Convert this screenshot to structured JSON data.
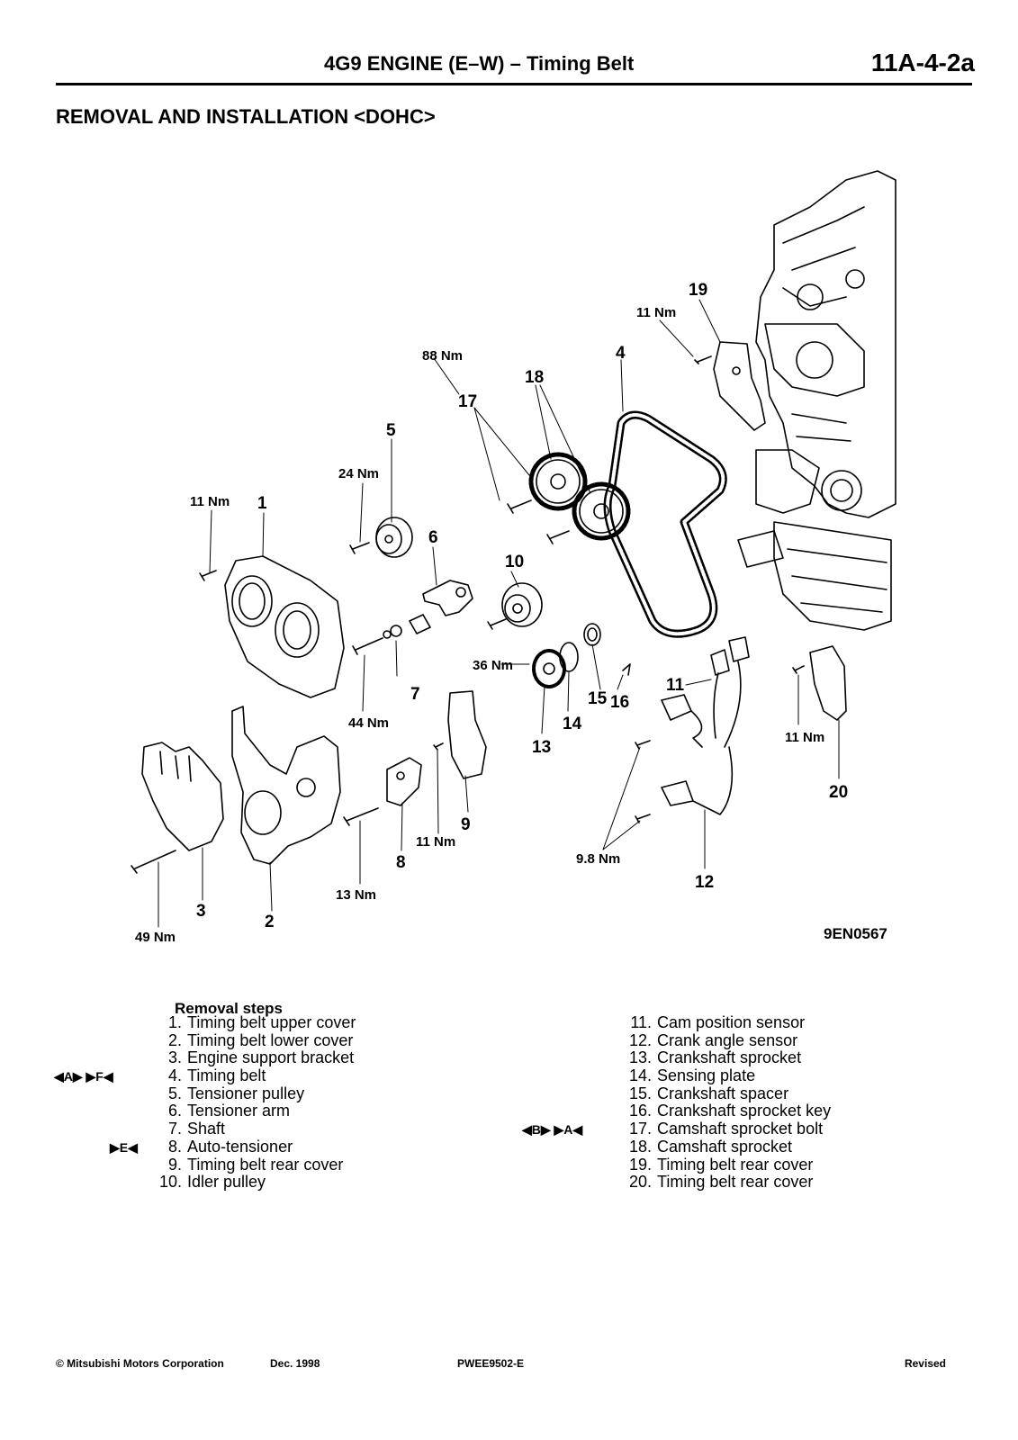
{
  "header": {
    "title": "4G9 ENGINE (E–W) – Timing Belt",
    "page_code": "11A-4-2a"
  },
  "section_title": "REMOVAL AND INSTALLATION <DOHC>",
  "diagram": {
    "figure_code": "9EN0567",
    "part_numbers": [
      "1",
      "2",
      "3",
      "4",
      "5",
      "6",
      "7",
      "8",
      "9",
      "10",
      "11",
      "12",
      "13",
      "14",
      "15",
      "16",
      "17",
      "18",
      "19",
      "20"
    ],
    "torque_labels": [
      "11 Nm",
      "24 Nm",
      "88 Nm",
      "11 Nm",
      "44 Nm",
      "36 Nm",
      "11 Nm",
      "13 Nm",
      "49 Nm",
      "9.8 Nm",
      "11 Nm"
    ]
  },
  "removal_steps": {
    "heading": "Removal steps",
    "left": [
      {
        "no": "1.",
        "text": "Timing belt upper cover",
        "marks": ""
      },
      {
        "no": "2.",
        "text": "Timing belt lower cover",
        "marks": ""
      },
      {
        "no": "3.",
        "text": "Engine support bracket",
        "marks": ""
      },
      {
        "no": "4.",
        "text": "Timing belt",
        "marks": "◀A▶  ▶F◀"
      },
      {
        "no": "5.",
        "text": "Tensioner pulley",
        "marks": ""
      },
      {
        "no": "6.",
        "text": "Tensioner arm",
        "marks": ""
      },
      {
        "no": "7.",
        "text": "Shaft",
        "marks": ""
      },
      {
        "no": "8.",
        "text": "Auto-tensioner",
        "marks": "▶E◀"
      },
      {
        "no": "9.",
        "text": "Timing belt rear cover",
        "marks": ""
      },
      {
        "no": "10.",
        "text": "Idler pulley",
        "marks": ""
      }
    ],
    "right": [
      {
        "no": "11.",
        "text": "Cam position sensor",
        "marks": ""
      },
      {
        "no": "12.",
        "text": "Crank angle sensor",
        "marks": ""
      },
      {
        "no": "13.",
        "text": "Crankshaft sprocket",
        "marks": ""
      },
      {
        "no": "14.",
        "text": "Sensing plate",
        "marks": ""
      },
      {
        "no": "15.",
        "text": "Crankshaft spacer",
        "marks": ""
      },
      {
        "no": "16.",
        "text": "Crankshaft sprocket key",
        "marks": ""
      },
      {
        "no": "17.",
        "text": "Camshaft sprocket bolt",
        "marks": "◀B▶  ▶A◀"
      },
      {
        "no": "18.",
        "text": "Camshaft sprocket",
        "marks": ""
      },
      {
        "no": "19.",
        "text": "Timing belt rear cover",
        "marks": ""
      },
      {
        "no": "20.",
        "text": "Timing belt rear cover",
        "marks": ""
      }
    ]
  },
  "footer": {
    "copyright": "© Mitsubishi Motors Corporation",
    "date": "Dec. 1998",
    "doc_code": "PWEE9502-E",
    "status": "Revised"
  }
}
